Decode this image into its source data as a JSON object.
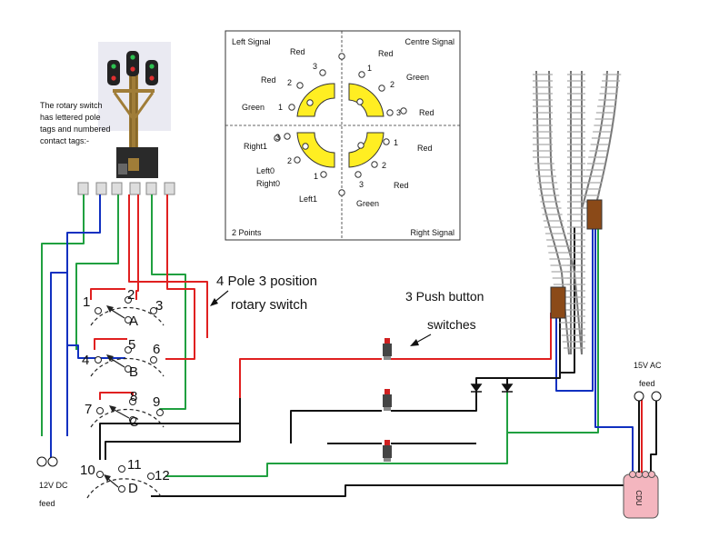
{
  "intro_note": [
    "The rotary switch",
    "has lettered pole",
    "tags and numbered",
    "contact tags:-"
  ],
  "rotary_label": [
    "4 Pole 3 position",
    "rotary switch"
  ],
  "push_label": [
    "3 Push button",
    "switches"
  ],
  "supply_dc": [
    "12V DC",
    "feed"
  ],
  "supply_ac": [
    "15V AC",
    "feed"
  ],
  "cdu_label": "CDU",
  "quadrant_titles": {
    "left_signal": "Left Signal",
    "centre_signal": "Centre Signal",
    "points": "2 Points",
    "right_signal": "Right Signal"
  },
  "inset_labels": {
    "tl_red1": "Red",
    "tl_red2": "Red",
    "tl_green": "Green",
    "tl_n3": "3",
    "tl_n2": "2",
    "tl_n1": "1",
    "tr_red1": "Red",
    "tr_green": "Green",
    "tr_red2": "Red",
    "tr_n1": "1",
    "tr_n2": "2",
    "tr_n3": "3",
    "bl_right1": "Right1",
    "bl_left0": "Left0",
    "bl_right0": "Right0",
    "bl_left1": "Left1",
    "bl_n3": "3",
    "bl_n2": "2",
    "bl_n1": "1",
    "br_red1": "Red",
    "br_red2": "Red",
    "br_green": "Green",
    "br_n1": "1",
    "br_n2": "2",
    "br_n3": "3"
  },
  "poles": [
    {
      "letter": "A",
      "c1": "1",
      "c2": "2",
      "c3": "3"
    },
    {
      "letter": "B",
      "c1": "4",
      "c2": "5",
      "c3": "6"
    },
    {
      "letter": "C",
      "c1": "7",
      "c2": "8",
      "c3": "9"
    },
    {
      "letter": "D",
      "c1": "10",
      "c2": "11",
      "c3": "12"
    }
  ],
  "colors": {
    "red_wire": "#e02020",
    "green_wire": "#20a040",
    "blue_wire": "#1030c0",
    "black_wire": "#111111",
    "wafer": "#ffee22",
    "cdu_fill": "#f4b6bf",
    "mast": "#a07d38",
    "motor": "#8b4a18"
  }
}
